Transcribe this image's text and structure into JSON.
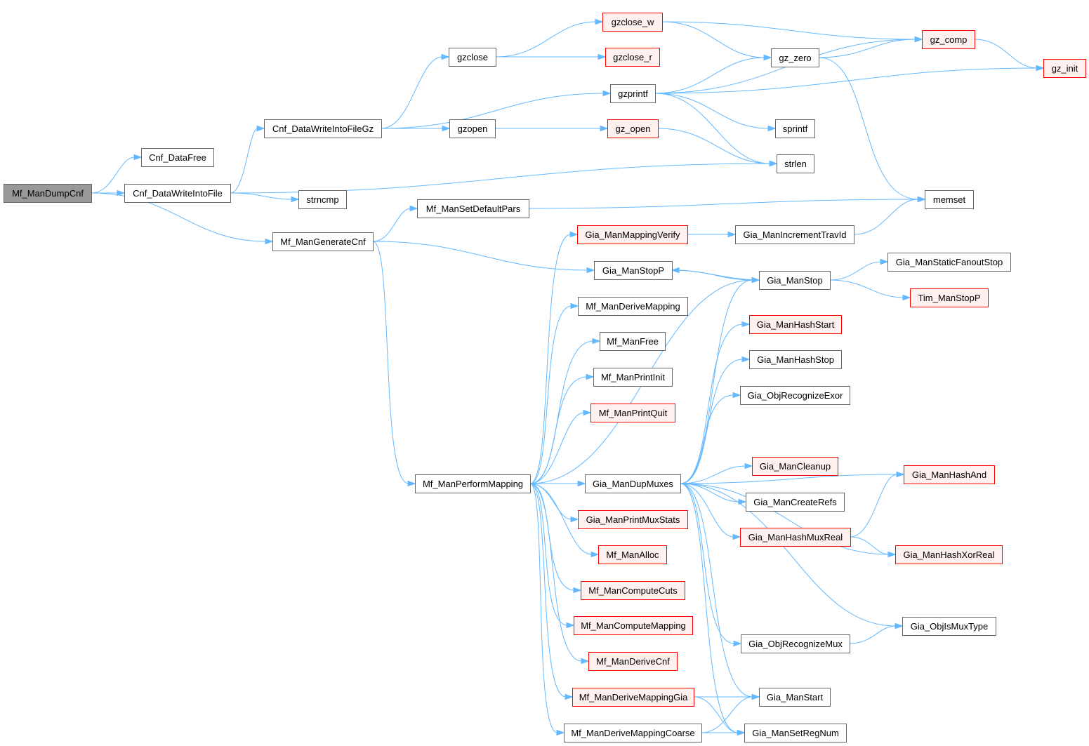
{
  "graph": {
    "colors": {
      "edge": "#63b8ff",
      "root_fill": "#999999",
      "root_border": "#666666",
      "node_fill": "#ffffff",
      "node_border": "#666666",
      "truncated_fill": "#fff0f0",
      "truncated_border": "#ff0000"
    },
    "nodes": [
      {
        "id": "Mf_ManDumpCnf",
        "label": "Mf_ManDumpCnf",
        "style": "root"
      },
      {
        "id": "Cnf_DataFree",
        "label": "Cnf_DataFree",
        "style": "normal"
      },
      {
        "id": "Cnf_DataWriteIntoFile",
        "label": "Cnf_DataWriteIntoFile",
        "style": "normal"
      },
      {
        "id": "Mf_ManGenerateCnf",
        "label": "Mf_ManGenerateCnf",
        "style": "normal"
      },
      {
        "id": "Cnf_DataWriteIntoFileGz",
        "label": "Cnf_DataWriteIntoFileGz",
        "style": "normal"
      },
      {
        "id": "strncmp",
        "label": "strncmp",
        "style": "normal"
      },
      {
        "id": "strlen",
        "label": "strlen",
        "style": "normal"
      },
      {
        "id": "gzclose",
        "label": "gzclose",
        "style": "normal"
      },
      {
        "id": "gzopen",
        "label": "gzopen",
        "style": "normal"
      },
      {
        "id": "gzprintf",
        "label": "gzprintf",
        "style": "normal"
      },
      {
        "id": "gzclose_w",
        "label": "gzclose_w",
        "style": "truncated"
      },
      {
        "id": "gzclose_r",
        "label": "gzclose_r",
        "style": "truncated"
      },
      {
        "id": "gz_open",
        "label": "gz_open",
        "style": "truncated"
      },
      {
        "id": "gz_zero",
        "label": "gz_zero",
        "style": "normal"
      },
      {
        "id": "sprintf",
        "label": "sprintf",
        "style": "normal"
      },
      {
        "id": "gz_comp",
        "label": "gz_comp",
        "style": "truncated"
      },
      {
        "id": "gz_init",
        "label": "gz_init",
        "style": "truncated"
      },
      {
        "id": "memset",
        "label": "memset",
        "style": "normal"
      },
      {
        "id": "Mf_ManSetDefaultPars",
        "label": "Mf_ManSetDefaultPars",
        "style": "normal"
      },
      {
        "id": "Mf_ManPerformMapping",
        "label": "Mf_ManPerformMapping",
        "style": "normal"
      },
      {
        "id": "Gia_ManStopP",
        "label": "Gia_ManStopP",
        "style": "normal"
      },
      {
        "id": "Gia_ManMappingVerify",
        "label": "Gia_ManMappingVerify",
        "style": "truncated"
      },
      {
        "id": "Gia_ManIncrementTravId",
        "label": "Gia_ManIncrementTravId",
        "style": "normal"
      },
      {
        "id": "Gia_ManStop",
        "label": "Gia_ManStop",
        "style": "normal"
      },
      {
        "id": "Gia_ManStaticFanoutStop",
        "label": "Gia_ManStaticFanoutStop",
        "style": "normal"
      },
      {
        "id": "Tim_ManStopP",
        "label": "Tim_ManStopP",
        "style": "truncated"
      },
      {
        "id": "Mf_ManDeriveMapping",
        "label": "Mf_ManDeriveMapping",
        "style": "normal"
      },
      {
        "id": "Mf_ManFree",
        "label": "Mf_ManFree",
        "style": "normal"
      },
      {
        "id": "Mf_ManPrintInit",
        "label": "Mf_ManPrintInit",
        "style": "normal"
      },
      {
        "id": "Mf_ManPrintQuit",
        "label": "Mf_ManPrintQuit",
        "style": "truncated"
      },
      {
        "id": "Gia_ManDupMuxes",
        "label": "Gia_ManDupMuxes",
        "style": "normal"
      },
      {
        "id": "Gia_ManPrintMuxStats",
        "label": "Gia_ManPrintMuxStats",
        "style": "truncated"
      },
      {
        "id": "Mf_ManAlloc",
        "label": "Mf_ManAlloc",
        "style": "truncated"
      },
      {
        "id": "Mf_ManComputeCuts",
        "label": "Mf_ManComputeCuts",
        "style": "truncated"
      },
      {
        "id": "Mf_ManComputeMapping",
        "label": "Mf_ManComputeMapping",
        "style": "truncated"
      },
      {
        "id": "Mf_ManDeriveCnf",
        "label": "Mf_ManDeriveCnf",
        "style": "truncated"
      },
      {
        "id": "Mf_ManDeriveMappingGia",
        "label": "Mf_ManDeriveMappingGia",
        "style": "truncated"
      },
      {
        "id": "Mf_ManDeriveMappingCoarse",
        "label": "Mf_ManDeriveMappingCoarse",
        "style": "normal"
      },
      {
        "id": "Gia_ManHashStart",
        "label": "Gia_ManHashStart",
        "style": "truncated"
      },
      {
        "id": "Gia_ManHashStop",
        "label": "Gia_ManHashStop",
        "style": "normal"
      },
      {
        "id": "Gia_ObjRecognizeExor",
        "label": "Gia_ObjRecognizeExor",
        "style": "normal"
      },
      {
        "id": "Gia_ManCleanup",
        "label": "Gia_ManCleanup",
        "style": "truncated"
      },
      {
        "id": "Gia_ManCreateRefs",
        "label": "Gia_ManCreateRefs",
        "style": "normal"
      },
      {
        "id": "Gia_ManHashMuxReal",
        "label": "Gia_ManHashMuxReal",
        "style": "truncated"
      },
      {
        "id": "Gia_ObjRecognizeMux",
        "label": "Gia_ObjRecognizeMux",
        "style": "normal"
      },
      {
        "id": "Gia_ManStart",
        "label": "Gia_ManStart",
        "style": "normal"
      },
      {
        "id": "Gia_ManSetRegNum",
        "label": "Gia_ManSetRegNum",
        "style": "normal"
      },
      {
        "id": "Gia_ManHashAnd",
        "label": "Gia_ManHashAnd",
        "style": "truncated"
      },
      {
        "id": "Gia_ManHashXorReal",
        "label": "Gia_ManHashXorReal",
        "style": "truncated"
      },
      {
        "id": "Gia_ObjIsMuxType",
        "label": "Gia_ObjIsMuxType",
        "style": "normal"
      }
    ],
    "edges": [
      [
        "Mf_ManDumpCnf",
        "Cnf_DataFree"
      ],
      [
        "Mf_ManDumpCnf",
        "Cnf_DataWriteIntoFile"
      ],
      [
        "Mf_ManDumpCnf",
        "Mf_ManGenerateCnf"
      ],
      [
        "Cnf_DataWriteIntoFile",
        "Cnf_DataWriteIntoFileGz"
      ],
      [
        "Cnf_DataWriteIntoFile",
        "strlen"
      ],
      [
        "Cnf_DataWriteIntoFile",
        "strncmp"
      ],
      [
        "Cnf_DataWriteIntoFileGz",
        "gzclose"
      ],
      [
        "Cnf_DataWriteIntoFileGz",
        "gzopen"
      ],
      [
        "Cnf_DataWriteIntoFileGz",
        "gzprintf"
      ],
      [
        "gzclose",
        "gzclose_w"
      ],
      [
        "gzclose",
        "gzclose_r"
      ],
      [
        "gzclose_w",
        "gz_comp"
      ],
      [
        "gzclose_w",
        "gz_zero"
      ],
      [
        "gzopen",
        "gz_open"
      ],
      [
        "gz_open",
        "strlen"
      ],
      [
        "gzprintf",
        "gz_comp"
      ],
      [
        "gzprintf",
        "gz_zero"
      ],
      [
        "gzprintf",
        "gz_init"
      ],
      [
        "gzprintf",
        "sprintf"
      ],
      [
        "gzprintf",
        "strlen"
      ],
      [
        "gz_zero",
        "gz_comp"
      ],
      [
        "gz_zero",
        "memset"
      ],
      [
        "gz_comp",
        "gz_init"
      ],
      [
        "Mf_ManGenerateCnf",
        "Mf_ManSetDefaultPars"
      ],
      [
        "Mf_ManGenerateCnf",
        "Gia_ManStopP"
      ],
      [
        "Mf_ManGenerateCnf",
        "Mf_ManPerformMapping"
      ],
      [
        "Mf_ManSetDefaultPars",
        "memset"
      ],
      [
        "Gia_ManMappingVerify",
        "Gia_ManIncrementTravId"
      ],
      [
        "Gia_ManIncrementTravId",
        "memset"
      ],
      [
        "Gia_ManStopP",
        "Gia_ManStop"
      ],
      [
        "Gia_ManStop",
        "Gia_ManStopP"
      ],
      [
        "Gia_ManStop",
        "Gia_ManStaticFanoutStop"
      ],
      [
        "Gia_ManStop",
        "Tim_ManStopP"
      ],
      [
        "Mf_ManPerformMapping",
        "Gia_ManMappingVerify"
      ],
      [
        "Mf_ManPerformMapping",
        "Mf_ManDeriveMapping"
      ],
      [
        "Mf_ManPerformMapping",
        "Mf_ManFree"
      ],
      [
        "Mf_ManPerformMapping",
        "Mf_ManPrintInit"
      ],
      [
        "Mf_ManPerformMapping",
        "Mf_ManPrintQuit"
      ],
      [
        "Mf_ManPerformMapping",
        "Gia_ManStop"
      ],
      [
        "Mf_ManPerformMapping",
        "Gia_ManDupMuxes"
      ],
      [
        "Mf_ManPerformMapping",
        "Gia_ManPrintMuxStats"
      ],
      [
        "Mf_ManPerformMapping",
        "Mf_ManAlloc"
      ],
      [
        "Mf_ManPerformMapping",
        "Mf_ManComputeCuts"
      ],
      [
        "Mf_ManPerformMapping",
        "Mf_ManComputeMapping"
      ],
      [
        "Mf_ManPerformMapping",
        "Mf_ManDeriveCnf"
      ],
      [
        "Mf_ManPerformMapping",
        "Mf_ManDeriveMappingGia"
      ],
      [
        "Mf_ManPerformMapping",
        "Mf_ManDeriveMappingCoarse"
      ],
      [
        "Gia_ManDupMuxes",
        "Gia_ManStop"
      ],
      [
        "Gia_ManDupMuxes",
        "Gia_ManHashStart"
      ],
      [
        "Gia_ManDupMuxes",
        "Gia_ManHashStop"
      ],
      [
        "Gia_ManDupMuxes",
        "Gia_ObjRecognizeExor"
      ],
      [
        "Gia_ManDupMuxes",
        "Gia_ManHashAnd"
      ],
      [
        "Gia_ManDupMuxes",
        "Gia_ManCleanup"
      ],
      [
        "Gia_ManDupMuxes",
        "Gia_ManCreateRefs"
      ],
      [
        "Gia_ManDupMuxes",
        "Gia_ManHashMuxReal"
      ],
      [
        "Gia_ManDupMuxes",
        "Gia_ManHashXorReal"
      ],
      [
        "Gia_ManDupMuxes",
        "Gia_ObjIsMuxType"
      ],
      [
        "Gia_ManDupMuxes",
        "Gia_ObjRecognizeMux"
      ],
      [
        "Gia_ManDupMuxes",
        "Gia_ManStart"
      ],
      [
        "Gia_ManDupMuxes",
        "Gia_ManSetRegNum"
      ],
      [
        "Gia_ManHashMuxReal",
        "Gia_ManHashAnd"
      ],
      [
        "Gia_ManHashMuxReal",
        "Gia_ManHashXorReal"
      ],
      [
        "Gia_ObjRecognizeMux",
        "Gia_ObjIsMuxType"
      ],
      [
        "Mf_ManDeriveMappingGia",
        "Gia_ManStart"
      ],
      [
        "Mf_ManDeriveMappingGia",
        "Gia_ManSetRegNum"
      ],
      [
        "Mf_ManDeriveMappingCoarse",
        "Gia_ManStart"
      ],
      [
        "Mf_ManDeriveMappingCoarse",
        "Gia_ManSetRegNum"
      ]
    ]
  }
}
